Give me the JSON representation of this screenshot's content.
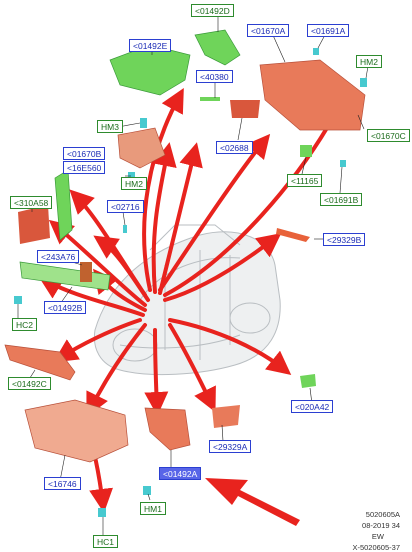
{
  "colors": {
    "arrow": "#e8231e",
    "part_orange": "#e87a5a",
    "part_green": "#6fd45a",
    "part_cyan": "#47c9cf",
    "vehicle_gray": "#cfd3d6",
    "callout_blue": "#2b3fd1",
    "callout_green": "#2e8b2e",
    "highlight": "#5865e8"
  },
  "callouts": {
    "c_01492D": "<01492D",
    "c_01492E": "<01492E",
    "c_01670A": "<01670A",
    "c_01691A": "<01691A",
    "c_HM2_top": "HM2",
    "c_40380": "<40380",
    "c_02688": "<02688",
    "c_01670C": "<01670C",
    "c_HM3": "HM3",
    "c_01670B": "<01670B",
    "c_16E560": "<16E560",
    "c_HM2_mid": "HM2",
    "c_11165": "<11165",
    "c_01691B": "<01691B",
    "c_310A58": "<310A58",
    "c_02716": "<02716",
    "c_29329B": "<29329B",
    "c_243A76": "<243A76",
    "c_01492B": "<01492B",
    "c_HC2": "HC2",
    "c_01492C": "<01492C",
    "c_020A42": "<020A42",
    "c_16746": "<16746",
    "c_29329A": "<29329A",
    "c_01492A": "<01492A",
    "c_HM1": "HM1",
    "c_HC1": "HC1"
  },
  "footer": {
    "code": "5020605A",
    "date": "08-2019 34",
    "initials": "EW",
    "ref": "X-5020605-37"
  }
}
